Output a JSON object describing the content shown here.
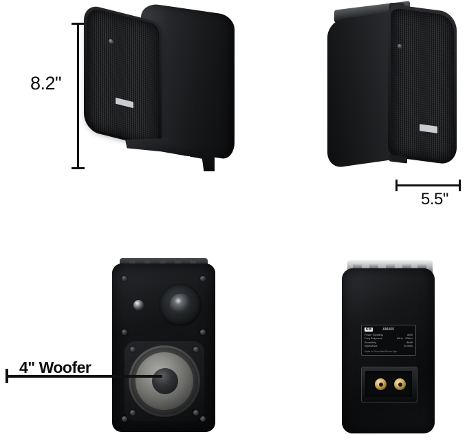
{
  "page": {
    "background_color": "#ffffff",
    "product": "wall-mount bookshelf surround speaker",
    "color": "#0d0e10"
  },
  "dimensions": {
    "height": {
      "label": "8.2\"",
      "orientation": "vertical"
    },
    "width": {
      "label": "5.5\"",
      "orientation": "horizontal"
    }
  },
  "callouts": {
    "woofer": {
      "label": "4\" Woofer"
    }
  },
  "views": {
    "angled": {
      "name": "angled three-quarter view with wall bracket"
    },
    "front_angle": {
      "name": "three-quarter front view"
    },
    "front": {
      "name": "straight front view"
    },
    "rear": {
      "name": "rear view with terminals"
    }
  },
  "spec_label": {
    "brand": "KW",
    "model": "AM400",
    "rows": [
      {
        "name": "Power Handling",
        "value": "80W"
      },
      {
        "name": "Freq Response",
        "value": "80Hz - 20kHz"
      },
      {
        "name": "Sensitivity",
        "value": "88dB"
      },
      {
        "name": "Impedance",
        "value": "8 ohms"
      }
    ],
    "footer": "Made in China        Wall Mount Spkr"
  }
}
